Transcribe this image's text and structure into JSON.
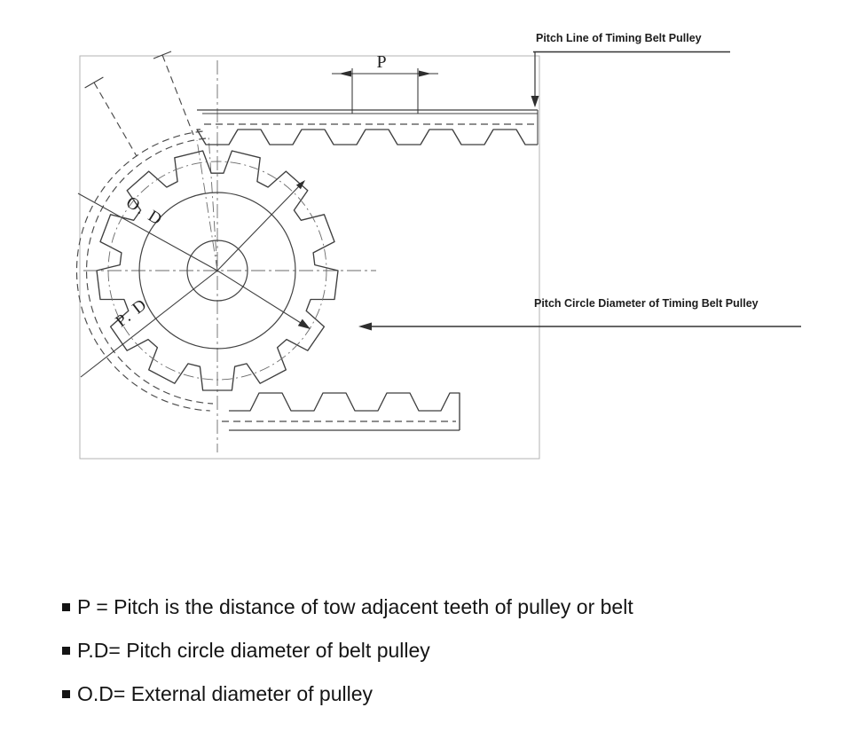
{
  "diagram": {
    "pitch_line_label": "Pitch Line of Timing Belt Pulley",
    "pitch_circle_label": "Pitch Circle Diameter of Timing Belt Pulley",
    "pitch_symbol": "P",
    "outer_diameter_label": "O. D",
    "pitch_diameter_label": "P. D"
  },
  "legend": {
    "items": [
      "P = Pitch is the distance of tow adjacent teeth of pulley or belt",
      "P.D= Pitch circle diameter of belt pulley",
      "O.D= External diameter of pulley"
    ]
  },
  "colors": {
    "line": "#3f3f3f",
    "text": "#151515",
    "box_border": "#b3b3b3",
    "background": "#ffffff"
  }
}
